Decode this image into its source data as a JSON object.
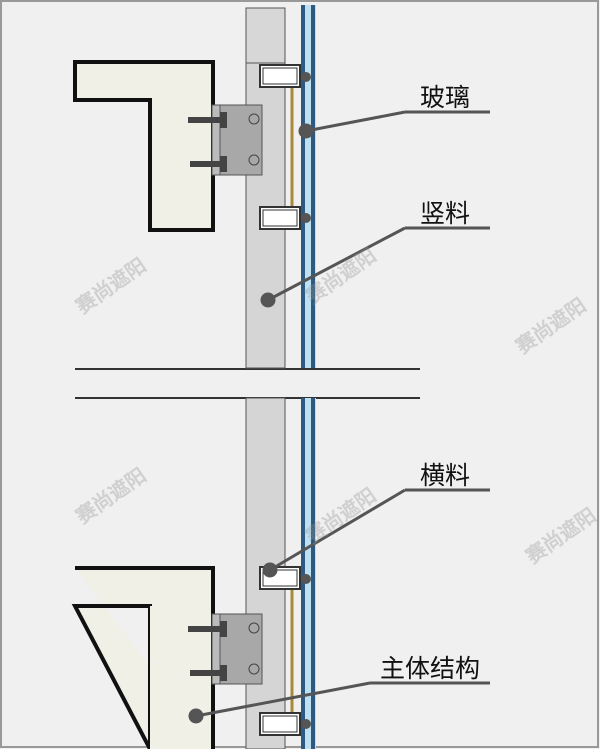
{
  "labels": {
    "glass": "玻璃",
    "mullion": "竖料",
    "transom": "横料",
    "main_structure": "主体结构"
  },
  "watermark": "赛尚遮阳",
  "colors": {
    "glass": "#2c5a80",
    "slab_fill": "#f1f0e6",
    "mullion": "#d6d5d6",
    "bracket": "#a9a8a9",
    "leader": "#555555"
  }
}
